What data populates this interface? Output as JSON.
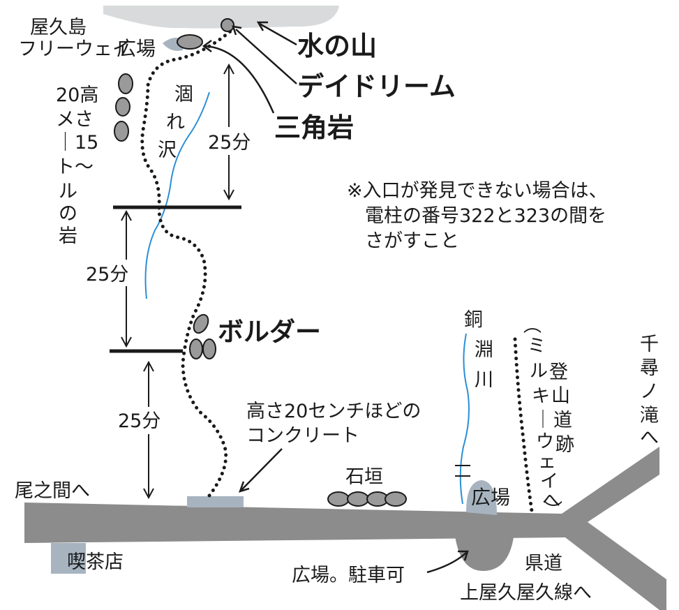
{
  "colors": {
    "road": "#8c8c8c",
    "plaza": "#a7b4c0",
    "stone": "#9a9a9a",
    "water": "#2a8fd6",
    "ink": "#1a1a1a",
    "top_area": "#d8dadc"
  },
  "labels": {
    "yakushima_line1": "屋久島",
    "yakushima_line2": "フリーウェイ",
    "hiroba_top": "広場",
    "mizunoyama": "水の山",
    "daydream": "デイドリーム",
    "sankakuiwa": "三角岩",
    "rock_left_1": "20高",
    "rock_left_2": "メさ",
    "rock_left_3": "｜15",
    "rock_left_4": "ト～",
    "rock_left_5": "ル",
    "rock_left_6": "の",
    "rock_left_7": "岩",
    "kare_1": "涸",
    "kare_2": "れ",
    "kare_3": "沢",
    "time_upper": "25分",
    "time_middle": "25分",
    "time_lower": "25分",
    "note_line1": "※入口が発見できない場合は、",
    "note_line2": "電柱の番号322と323の間を",
    "note_line3": "さがすこと",
    "boulder": "ボルダー",
    "concrete_line1": "高さ20センチほどの",
    "concrete_line2": "コンクリート",
    "onoaida": "尾之間へ",
    "kissaten": "喫茶店",
    "ishigaki": "石垣",
    "dobuchi_1": "銅",
    "dobuchi_2": "淵",
    "dobuchi_3": "川",
    "hiroba_bottom": "広場",
    "milky_paren_open": "︵",
    "milky_1": "ミ",
    "milky_2": "ル",
    "milky_3": "キ",
    "milky_4": "｜",
    "milky_5": "ウ",
    "milky_6": "ェ",
    "milky_7": "イ",
    "milky_8": "へ",
    "milky_paren_close": "︶",
    "tozan_1": "登",
    "tozan_2": "山",
    "tozan_3": "道",
    "tozan_4": "跡",
    "senpiro_1": "千",
    "senpiro_2": "尋",
    "senpiro_3": "ノ",
    "senpiro_4": "滝",
    "senpiro_5": "へ",
    "parking": "広場。駐車可",
    "kendo": "県道",
    "kamiyaku": "上屋久屋久線へ"
  }
}
